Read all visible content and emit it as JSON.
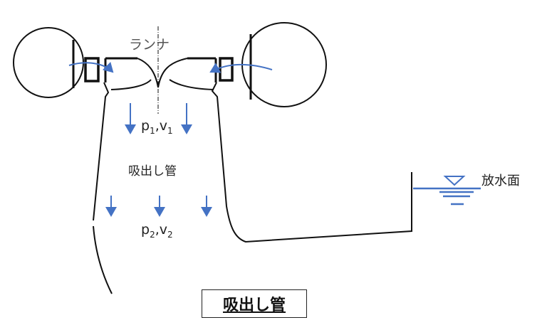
{
  "labels": {
    "runner": "ランナ",
    "draft_tube": "吸出し管",
    "tailwater": "放水面",
    "p1": "p",
    "p1_sub": "1",
    "v1": "v",
    "v1_sub": "1",
    "p2": "p",
    "p2_sub": "2",
    "v2": "v",
    "v2_sub": "2",
    "title": "吸出し管"
  },
  "colors": {
    "line": "#111111",
    "arrow": "#4472c4",
    "water": "#4472c4"
  }
}
